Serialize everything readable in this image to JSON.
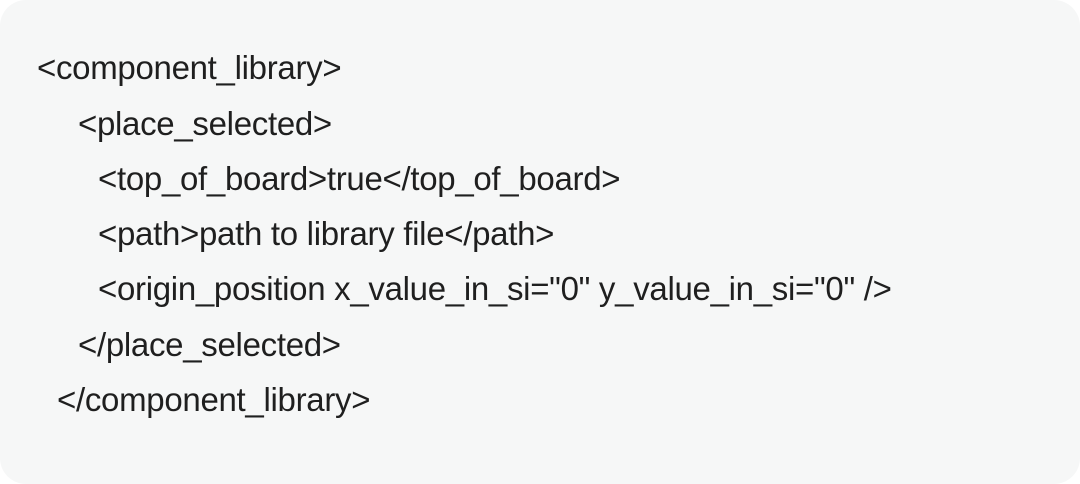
{
  "code": {
    "lines": [
      "<component_library>",
      "<place_selected>",
      "<top_of_board>true</top_of_board>",
      "<path>path to library file</path>",
      "<origin_position x_value_in_si=\"0\" y_value_in_si=\"0\" />",
      "</place_selected>",
      "</component_library>"
    ]
  }
}
